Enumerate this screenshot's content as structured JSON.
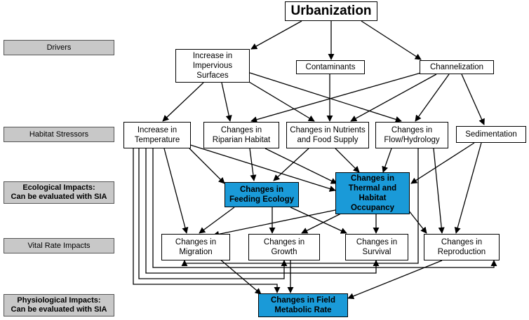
{
  "side_labels": {
    "drivers": "Drivers",
    "habitat_stressors": "Habitat Stressors",
    "ecological_impacts": "Ecological Impacts:\nCan be evaluated with SIA",
    "vital_rate_impacts": "Vital Rate Impacts",
    "physiological_impacts": "Physiological Impacts:\nCan be evaluated with SIA"
  },
  "nodes": {
    "urbanization": "Urbanization",
    "impervious": "Increase in\nImpervious\nSurfaces",
    "contaminants": "Contaminants",
    "channelization": "Channelization",
    "temperature": "Increase in\nTemperature",
    "riparian": "Changes in\nRiparian Habitat",
    "nutrients": "Changes in Nutrients\nand Food Supply",
    "flow": "Changes in\nFlow/Hydrology",
    "sedimentation": "Sedimentation",
    "feeding": "Changes in\nFeeding Ecology",
    "thermal": "Changes in\nThermal and\nHabitat\nOccupancy",
    "migration": "Changes in\nMigration",
    "growth": "Changes in\nGrowth",
    "survival": "Changes in\nSurvival",
    "reproduction": "Changes in\nReproduction",
    "metabolic": "Changes in Field\nMetabolic Rate"
  },
  "colors": {
    "highlight": "#1a9ad8",
    "label_fill": "#c8c8c8",
    "line": "#000000"
  }
}
